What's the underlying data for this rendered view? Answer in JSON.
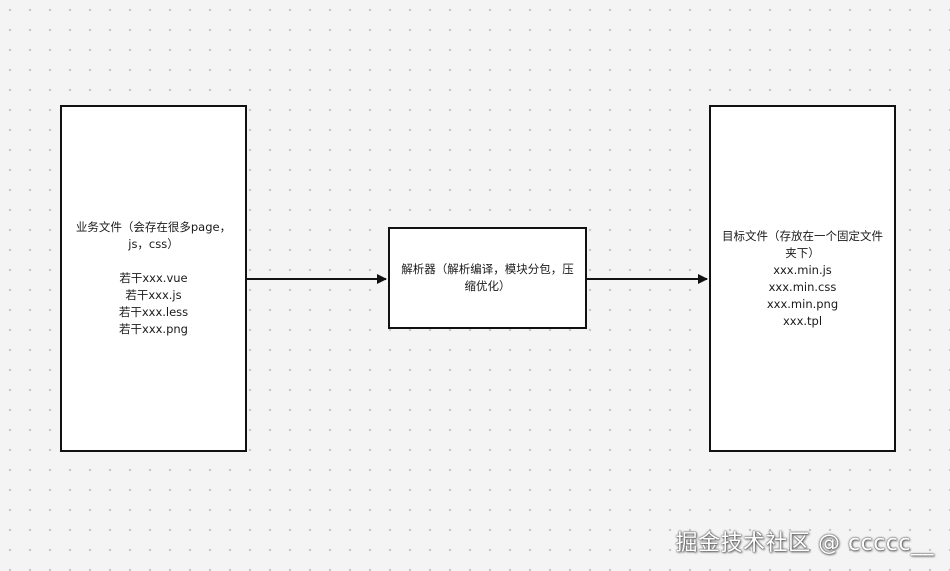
{
  "nodes": {
    "source": {
      "title": "业务文件（会存在很多page，js，css）",
      "items": [
        "若干xxx.vue",
        "若干xxx.js",
        "若干xxx.less",
        "若干xxx.png"
      ]
    },
    "parser": {
      "title": "解析器（解析编译，模块分包，压缩优化）"
    },
    "target": {
      "title": "目标文件（存放在一个固定文件夹下）",
      "items": [
        "xxx.min.js",
        "xxx.min.css",
        "xxx.min.png",
        "xxx.tpl"
      ]
    }
  },
  "edges": [
    {
      "from": "source",
      "to": "parser"
    },
    {
      "from": "parser",
      "to": "target"
    }
  ],
  "colors": {
    "background": "#f4f4f5",
    "stroke": "#111111",
    "node_fill": "#ffffff"
  },
  "watermark": "掘金技术社区 @ ccccc__"
}
